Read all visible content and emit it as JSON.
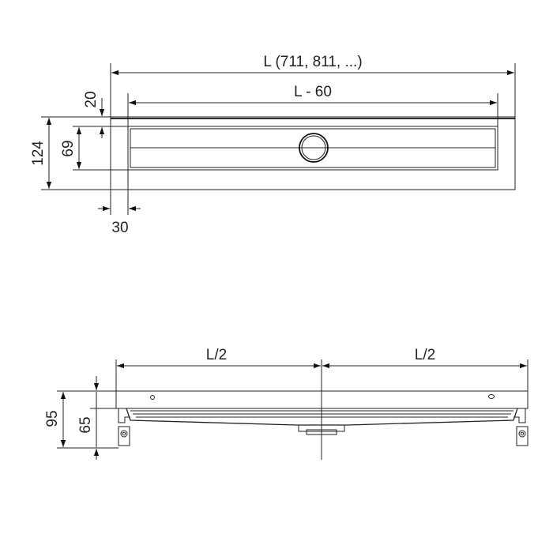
{
  "top_view": {
    "dims": {
      "overall_length": "L (711, 811, ...)",
      "inner_length": "L - 60",
      "top_offset": "20",
      "overall_width": "124",
      "inner_width": "69",
      "side_offset": "30"
    }
  },
  "side_view": {
    "dims": {
      "half_left": "L/2",
      "half_right": "L/2",
      "overall_height": "95",
      "inner_height": "65"
    }
  },
  "colors": {
    "line": "#222222",
    "background": "#ffffff"
  }
}
